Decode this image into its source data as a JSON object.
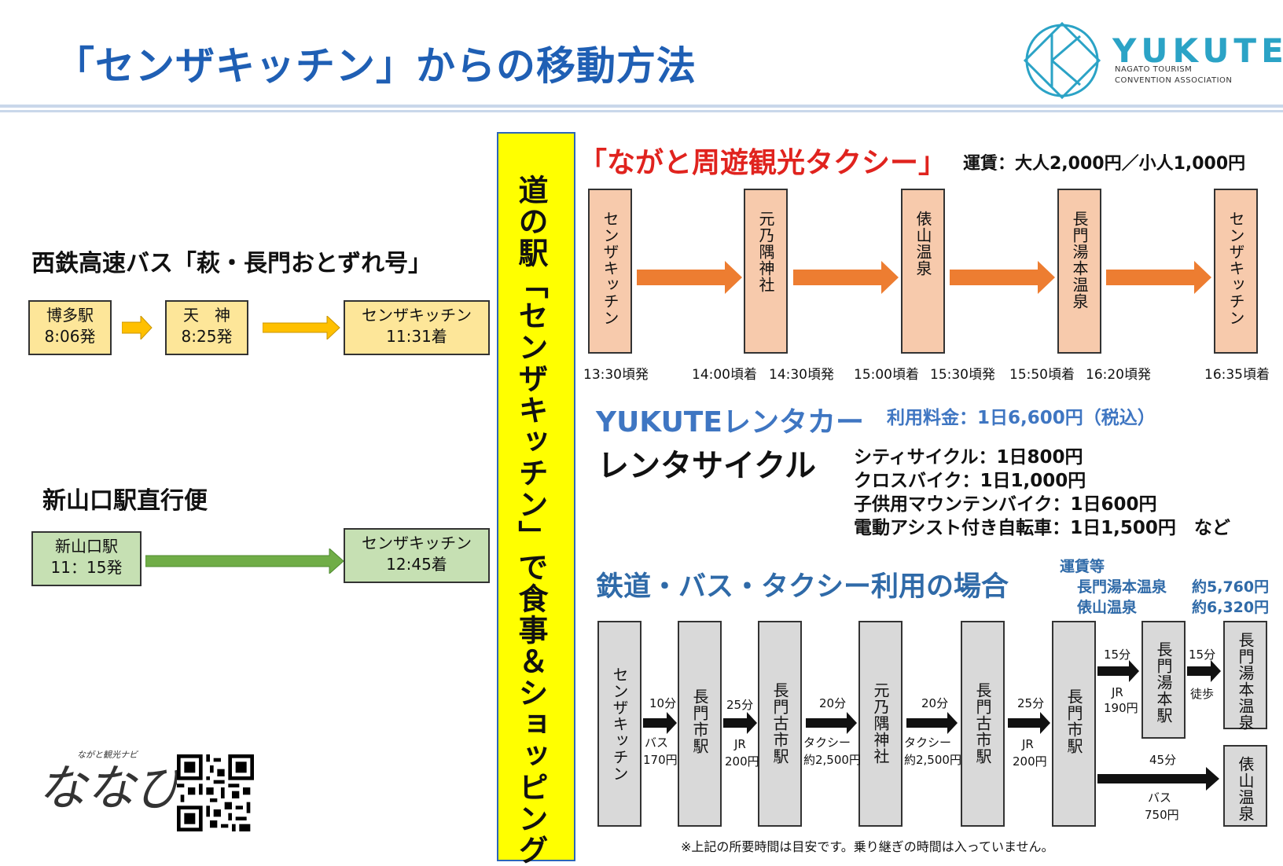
{
  "page": {
    "title": "「センザキッチン」からの移動方法",
    "logo_name": "YUKUTE",
    "logo_sub_1": "NAGATO TOURISM",
    "logo_sub_2": "CONVENTION ASSOCIATION"
  },
  "bus": {
    "title": "西鉄高速バス「萩・長門おとずれ号」",
    "stops": [
      {
        "name": "博多駅",
        "time": "8:06発"
      },
      {
        "name": "天　神",
        "time": "8:25発"
      },
      {
        "name": "センザキッチン",
        "time": "11:31着"
      }
    ]
  },
  "direct": {
    "title": "新山口駅直行便",
    "stops": [
      {
        "name": "新山口駅",
        "time": "11：15発"
      },
      {
        "name": "センザキッチン",
        "time": "12:45着"
      }
    ]
  },
  "banner": {
    "text": "道の駅「センザキッチン」で食事＆ショッピング"
  },
  "taxi": {
    "title": "「ながと周遊観光タクシー」",
    "fare": "運賃：大人2,000円／小人1,000円",
    "stops": [
      "センザキッチン",
      "元乃隅神社",
      "俵山温泉",
      "長門湯本温泉",
      "センザキッチン"
    ],
    "times": [
      "13:30頃発",
      "14:00頃着",
      "14:30頃発",
      "15:00頃着",
      "15:30頃発",
      "15:50頃着",
      "16:20頃発",
      "16:35頃着"
    ]
  },
  "rental": {
    "title": "YUKUTEレンタカー",
    "fee": "利用料金：1日6,600円（税込）",
    "cycle_title": "レンタサイクル",
    "cycle_items": [
      "シティサイクル：1日800円",
      "クロスバイク：1日1,000円",
      "子供用マウンテンバイク：1日600円",
      "電動アシスト付き自転車：1日1,500円　など"
    ]
  },
  "rail": {
    "title": "鉄道・バス・タクシー利用の場合",
    "fare_heading": "運賃等",
    "fares": [
      {
        "dest": "長門湯本温泉",
        "price": "約5,760円"
      },
      {
        "dest": "俵山温泉",
        "price": "約6,320円"
      }
    ],
    "stations": [
      "センザキッチン",
      "長門市駅",
      "長門古市駅",
      "元乃隅神社",
      "長門古市駅",
      "長門市駅",
      "長門湯本駅",
      "長門湯本温泉",
      "俵山温泉"
    ],
    "legs": [
      {
        "time": "10分",
        "mode": "バス",
        "price": "170円"
      },
      {
        "time": "25分",
        "mode": "JR",
        "price": "200円"
      },
      {
        "time": "20分",
        "mode": "タクシー",
        "price": "約2,500円"
      },
      {
        "time": "20分",
        "mode": "タクシー",
        "price": "約2,500円"
      },
      {
        "time": "25分",
        "mode": "JR",
        "price": "200円"
      },
      {
        "time": "15分",
        "mode": "JR",
        "price": "190円"
      },
      {
        "time": "15分",
        "mode": "徒歩",
        "price": ""
      },
      {
        "time": "45分",
        "mode": "バス",
        "price": "750円"
      }
    ],
    "note": "※上記の所要時間は目安です。乗り継ぎの時間は入っていません。"
  },
  "footer": {
    "brand": "ななび",
    "brand_sub": "ながと観光ナビ"
  },
  "colors": {
    "title_blue": "#1f5fb4",
    "taxi_red": "#e0231e",
    "yellow_band": "#ffff00",
    "orange_arrow": "#ed7d31",
    "green_arrow": "#70ad47",
    "gold_arrow": "#ffc000"
  }
}
